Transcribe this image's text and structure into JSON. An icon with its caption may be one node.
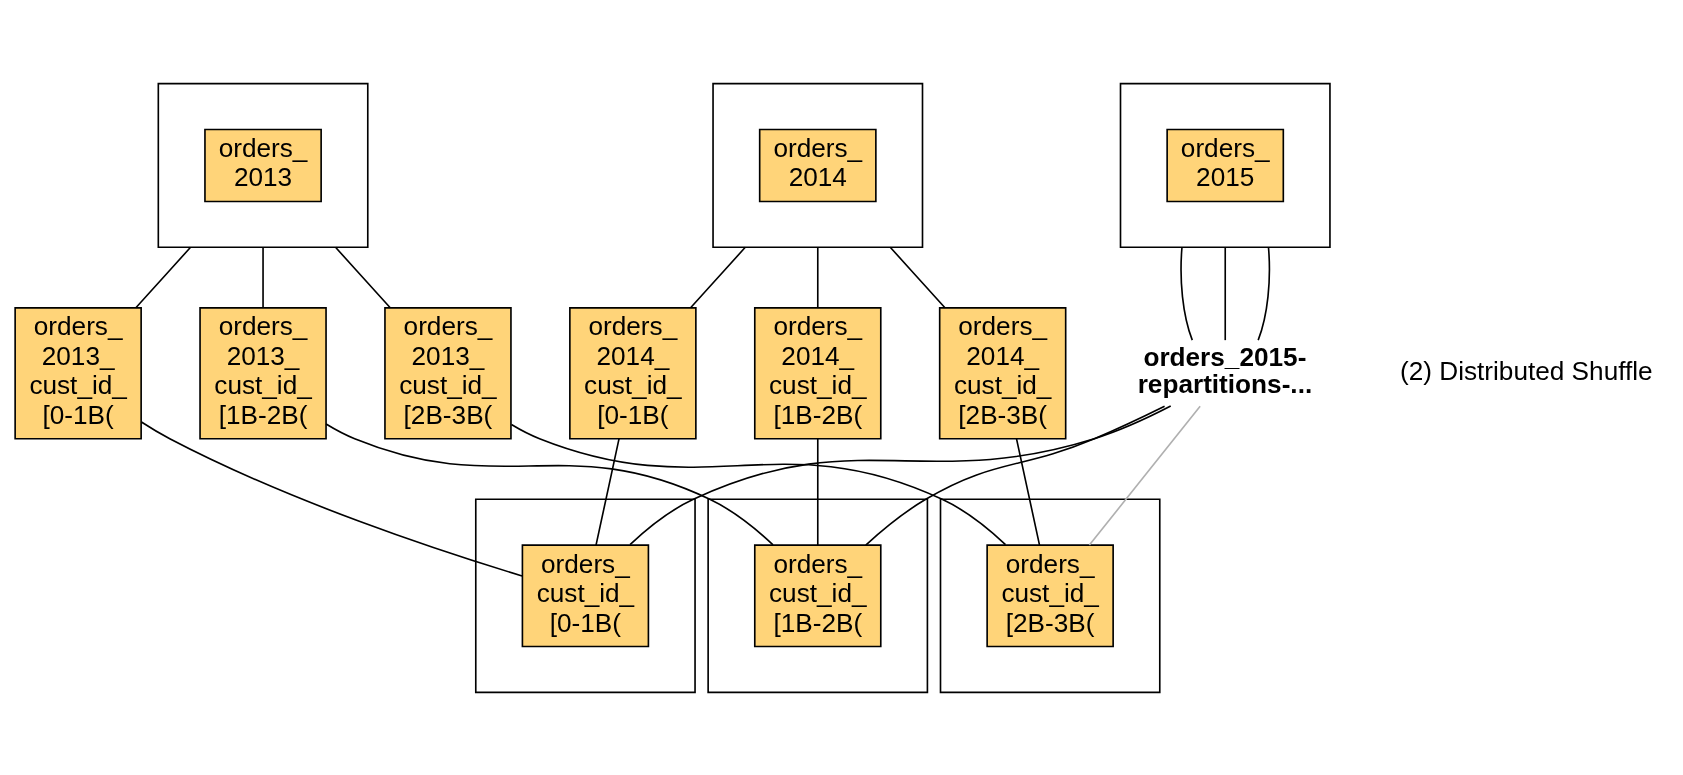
{
  "diagram": {
    "nodes": [
      {
        "text": [],
        "shape": "box"
      },
      {
        "text": [
          "orders_ 2013"
        ],
        "in": 0
      },
      {
        "text": [],
        "shape": "box"
      },
      {
        "text": [
          "orders_ 2014"
        ],
        "in": 2
      },
      {
        "text": [],
        "shape": "box"
      },
      {
        "text": [
          "orders_ 2015"
        ],
        "in": 4
      },
      {
        "text": [
          "orders_ 2013_ cust_id_ [0-1B("
        ]
      },
      {
        "text": [
          "orders_ 2013_ cust_id_ [1B-2B("
        ]
      },
      {
        "text": [
          "orders_ 2013_ cust_id_ [2B-3B("
        ]
      },
      {
        "text": [
          "orders_ 2014_ cust_id_ [0-1B("
        ]
      },
      {
        "text": [
          "orders_ 2014_ cust_id_ [1B-2B("
        ]
      },
      {
        "text": [
          "orders_ 2014_ cust_id_ [2B-3B("
        ]
      },
      {
        "text": [
          "orders_2015- repartitions-..."
        ]
      },
      {
        "text": [],
        "shape": "box"
      },
      {
        "text": [
          "orders_ cust_id_ [0-1B("
        ],
        "in": 13
      },
      {
        "text": [],
        "shape": "box"
      },
      {
        "text": [
          "orders_ cust_id_ [1B-2B("
        ],
        "in": 15
      },
      {
        "text": [],
        "shape": "box"
      },
      {
        "text": [
          "orders_ cust_id_ [2B-3B("
        ],
        "in": 17
      }
    ],
    "edges": [
      {
        "from": 0,
        "to": 6,
        "arrow": "none"
      },
      {
        "from": 0,
        "to": 7,
        "arrow": "none"
      },
      {
        "from": 0,
        "to": 8,
        "arrow": "none"
      },
      {
        "from": 2,
        "to": 9,
        "arrow": "none"
      },
      {
        "from": 2,
        "to": 10,
        "arrow": "none"
      },
      {
        "from": 2,
        "to": 11,
        "arrow": "none"
      },
      {
        "from": 4,
        "to": 12,
        "arrow": "none"
      },
      {
        "from": 4,
        "to": 12,
        "arrow": "none"
      },
      {
        "from": 4,
        "to": 12,
        "arrow": "none"
      },
      {
        "from": 6,
        "to": 14,
        "arrow": "none"
      },
      {
        "from": 7,
        "to": 16,
        "arrow": "none"
      },
      {
        "from": 8,
        "to": 18,
        "arrow": "none"
      },
      {
        "from": 9,
        "to": 14,
        "arrow": "none"
      },
      {
        "from": 10,
        "to": 16,
        "arrow": "none"
      },
      {
        "from": 11,
        "to": 18,
        "arrow": "none"
      },
      {
        "from": 12,
        "to": 14,
        "arrow": "none"
      },
      {
        "from": 12,
        "to": 16,
        "arrow": "none"
      },
      {
        "from": 12,
        "to": 18,
        "arrow": "none",
        "color": "#b0b0b0"
      }
    ],
    "labels": [
      "(2) Distributed Shuffle"
    ]
  }
}
